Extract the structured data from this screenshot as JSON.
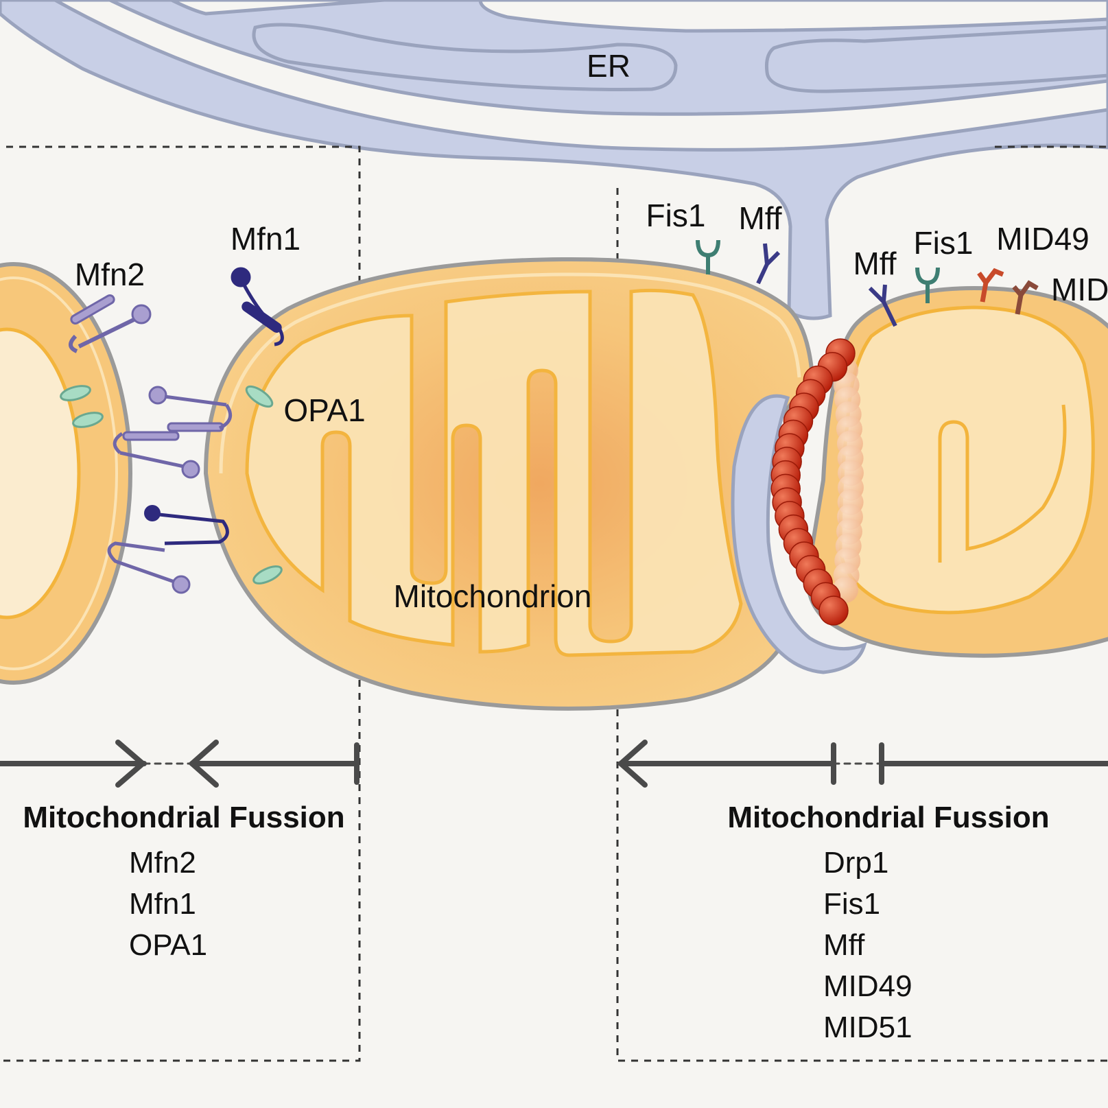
{
  "labels": {
    "er": "ER",
    "mitochondrion": "Mitochondrion",
    "mfn2": "Mfn2",
    "mfn1": "Mfn1",
    "opa1": "OPA1",
    "fis1_left": "Fis1",
    "mff_left": "Mff",
    "mff_right": "Mff",
    "fis1_right": "Fis1",
    "mid49": "MID49",
    "mid51_partial": "MID"
  },
  "fusion_panel": {
    "heading": "Mitochondrial Fussion",
    "items": [
      "Mfn2",
      "Mfn1",
      "OPA1"
    ]
  },
  "fission_panel": {
    "heading": "Mitochondrial Fussion",
    "items": [
      "Drp1",
      "Fis1",
      "Mff",
      "MID49",
      "MID51"
    ]
  },
  "colors": {
    "er": "#c8cfe6",
    "er_outline": "#9aa3bd",
    "mito_fill": "#f7c77a",
    "mito_inner": "#fbe3b4",
    "mfn_light": "#a99fd0",
    "mfn_dark": "#2e2a7e",
    "opa1": "#a8dcc4",
    "fis1": "#3e7e72",
    "mff": "#3a3a86",
    "mid49": "#c84a2a",
    "mid51": "#8a4a3a",
    "drp1": "#d33a20"
  }
}
